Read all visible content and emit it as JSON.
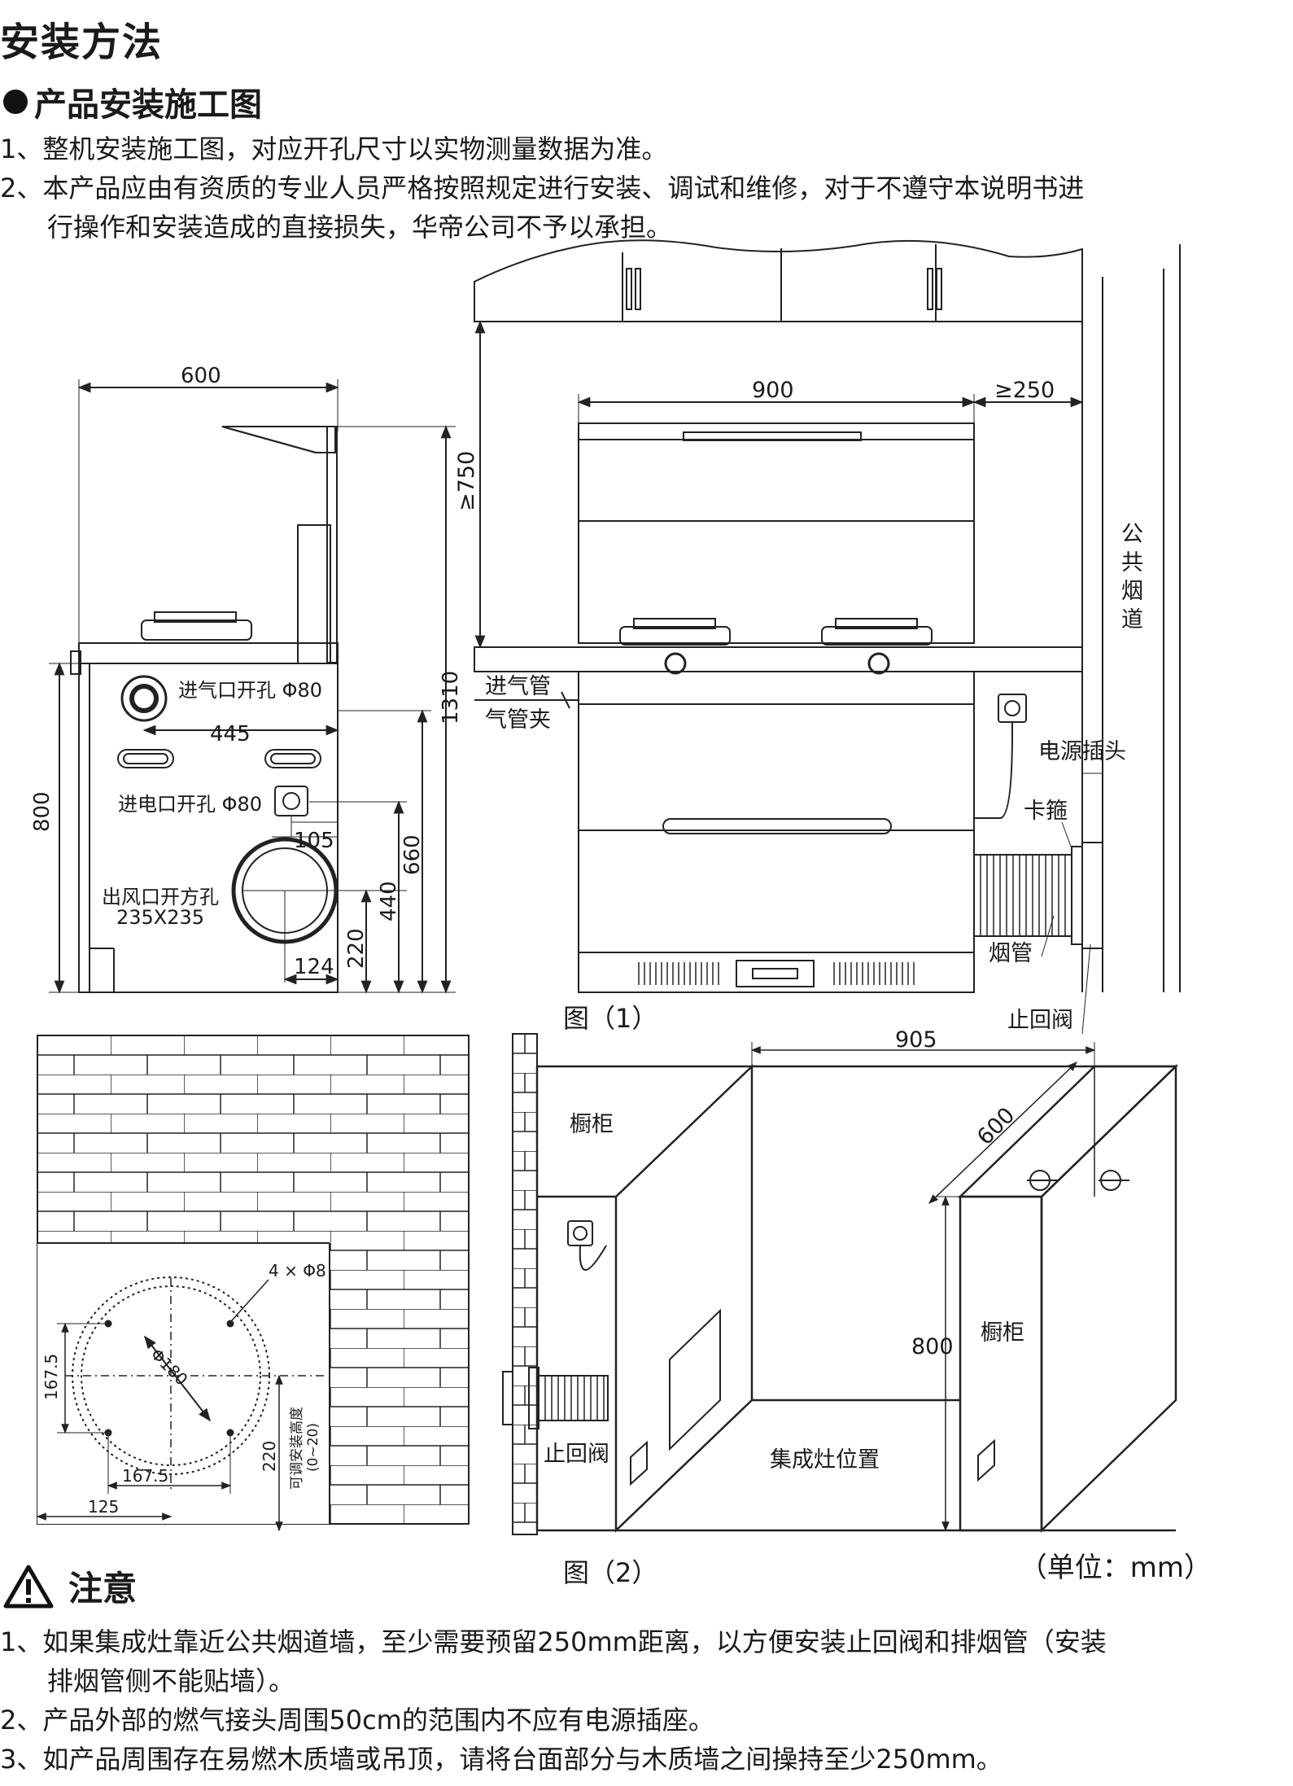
{
  "title": "安装方法",
  "section_title": "产品安装施工图",
  "instructions": [
    "1、整机安装施工图，对应开孔尺寸以实物测量数据为准。",
    "2、本产品应由有资质的专业人员严格按照规定进行安装、调试和维修，对于不遵守本说明书进",
    "行操作和安装造成的直接损失，华帝公司不予以承担。"
  ],
  "fig1": {
    "caption": "图（1）",
    "side": {
      "dim_width": "600",
      "dim_height_total": "1310",
      "dim_height_body": "800",
      "dim_445": "445",
      "dim_105": "105",
      "dim_660": "660",
      "dim_440": "440",
      "dim_220": "220",
      "dim_124": "124",
      "gas_hole": "进气口开孔 Φ80",
      "power_hole": "进电口开孔 Φ80",
      "outlet_hole_l1": "出风口开方孔",
      "outlet_hole_l2": "235X235"
    },
    "front": {
      "dim_width": "900",
      "dim_gap": "≥250",
      "dim_height": "≥750",
      "gas_pipe": "进气管",
      "pipe_clamp": "气管夹",
      "power_plug": "电源插头",
      "hoop": "卡箍",
      "flue_pipe": "烟管",
      "check_valve": "止回阀",
      "public_flue": [
        "公",
        "共",
        "烟",
        "道"
      ]
    }
  },
  "fig2": {
    "caption": "图（2）",
    "wall": {
      "holes": "4 × Φ8",
      "diameter": "Φ180",
      "dim_v": "167.5",
      "dim_h": "167.5",
      "dim_125": "125",
      "dim_220": "220",
      "adjust_l1": "可调安装高度",
      "adjust_l2": "(0~20)"
    },
    "room": {
      "dim_905": "905",
      "dim_600": "600",
      "dim_800": "800",
      "cabinet_left": "橱柜",
      "cabinet_right": "橱柜",
      "check_valve": "止回阀",
      "stove_position": "集成灶位置"
    }
  },
  "unit": "（单位：mm）",
  "notice": {
    "title": "注意",
    "items": [
      "1、如果集成灶靠近公共烟道墙，至少需要预留250mm距离，以方便安装止回阀和排烟管（安装",
      "排烟管侧不能贴墙）。",
      "2、产品外部的燃气接头周围50cm的范围内不应有电源插座。",
      "3、如产品周围存在易燃木质墙或吊顶，请将台面部分与木质墙之间操持至少250mm。"
    ]
  }
}
